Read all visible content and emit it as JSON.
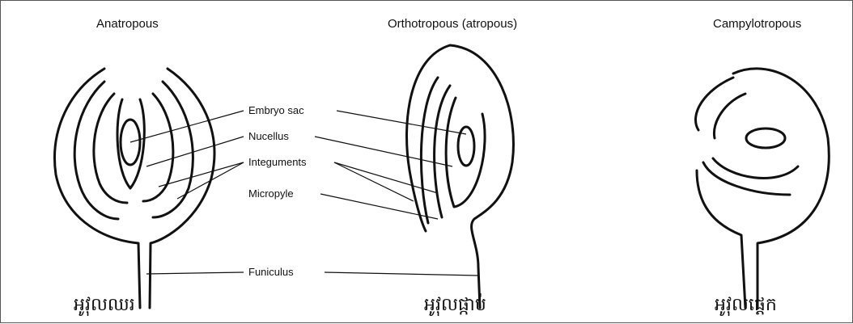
{
  "titles": {
    "anatropous": "Anatropous",
    "orthotropous": "Orthotropous (atropous)",
    "campylotropous": "Campylotropous"
  },
  "parts": {
    "embryo_sac": "Embryo sac",
    "nucellus": "Nucellus",
    "integuments": "Integuments",
    "micropyle": "Micropyle",
    "funiculus": "Funiculus"
  },
  "khmer_labels": {
    "anatropous": "អូវុលឈរ",
    "orthotropous": "អូវុលផ្កាប់",
    "campylotropous": "អូវុលផ្តេក"
  },
  "colors": {
    "ink": "#111111",
    "background": "#ffffff",
    "border": "#555555"
  }
}
